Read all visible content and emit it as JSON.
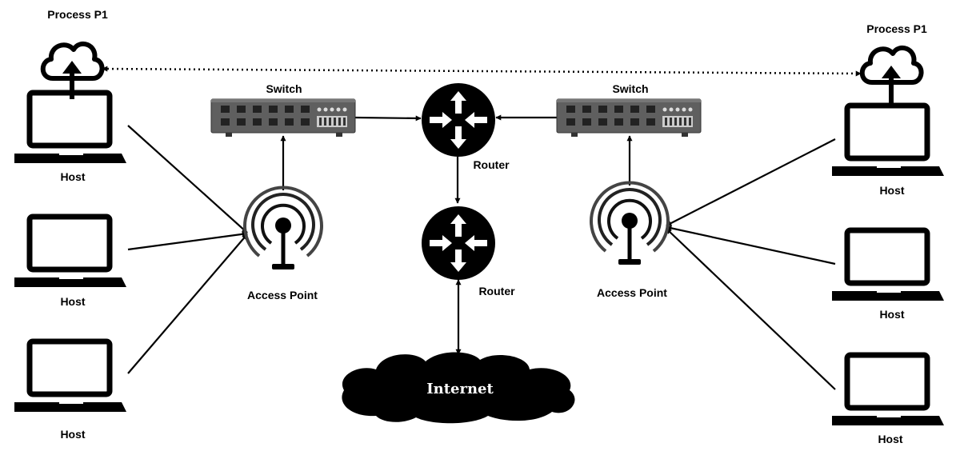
{
  "labels": {
    "process_left": "Process P1",
    "process_right": "Process P1",
    "switch_left": "Switch",
    "switch_right": "Switch",
    "router_top": "Router",
    "router_bottom": "Router",
    "ap_left": "Access Point",
    "ap_right": "Access Point",
    "host": "Host",
    "internet": "Internet"
  },
  "icons": {
    "host": "laptop-icon",
    "process": "cloud-upload-icon",
    "switch": "network-switch-icon",
    "router": "router-icon",
    "access_point": "wireless-access-point-icon",
    "internet": "cloud-icon"
  },
  "colors": {
    "ink": "#000000",
    "switch_body": "#5f5f5f",
    "background": "#ffffff"
  }
}
